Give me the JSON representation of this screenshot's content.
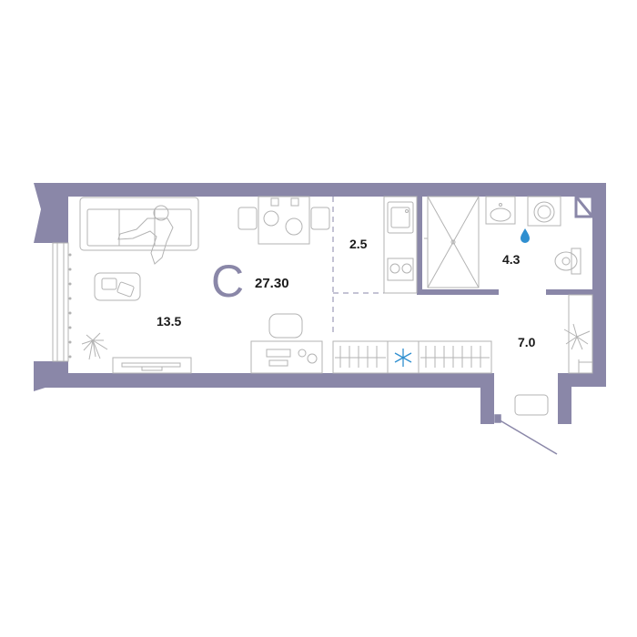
{
  "plan": {
    "apartment_type": "С",
    "total_area": "27.30",
    "rooms": [
      {
        "id": "living",
        "area": "13.5"
      },
      {
        "id": "kitchen",
        "area": "2.5"
      },
      {
        "id": "bathroom",
        "area": "4.3"
      },
      {
        "id": "hallway",
        "area": "7.0"
      }
    ]
  },
  "colors": {
    "wall": "#8a87a8",
    "furniture_line": "#b3b3b3",
    "accent_water": "#2f8fd0",
    "text": "#1a1a1a"
  },
  "icons": [
    "sofa-icon",
    "person-icon",
    "table-chairs-icon",
    "armchair-icon",
    "plant-icon",
    "tv-stand-icon",
    "desk-icon",
    "sink-icon",
    "stove-icon",
    "shower-icon",
    "washing-machine-icon",
    "toilet-icon",
    "water-drop-icon",
    "wardrobe-icon",
    "snowflake-icon",
    "door-icon"
  ]
}
